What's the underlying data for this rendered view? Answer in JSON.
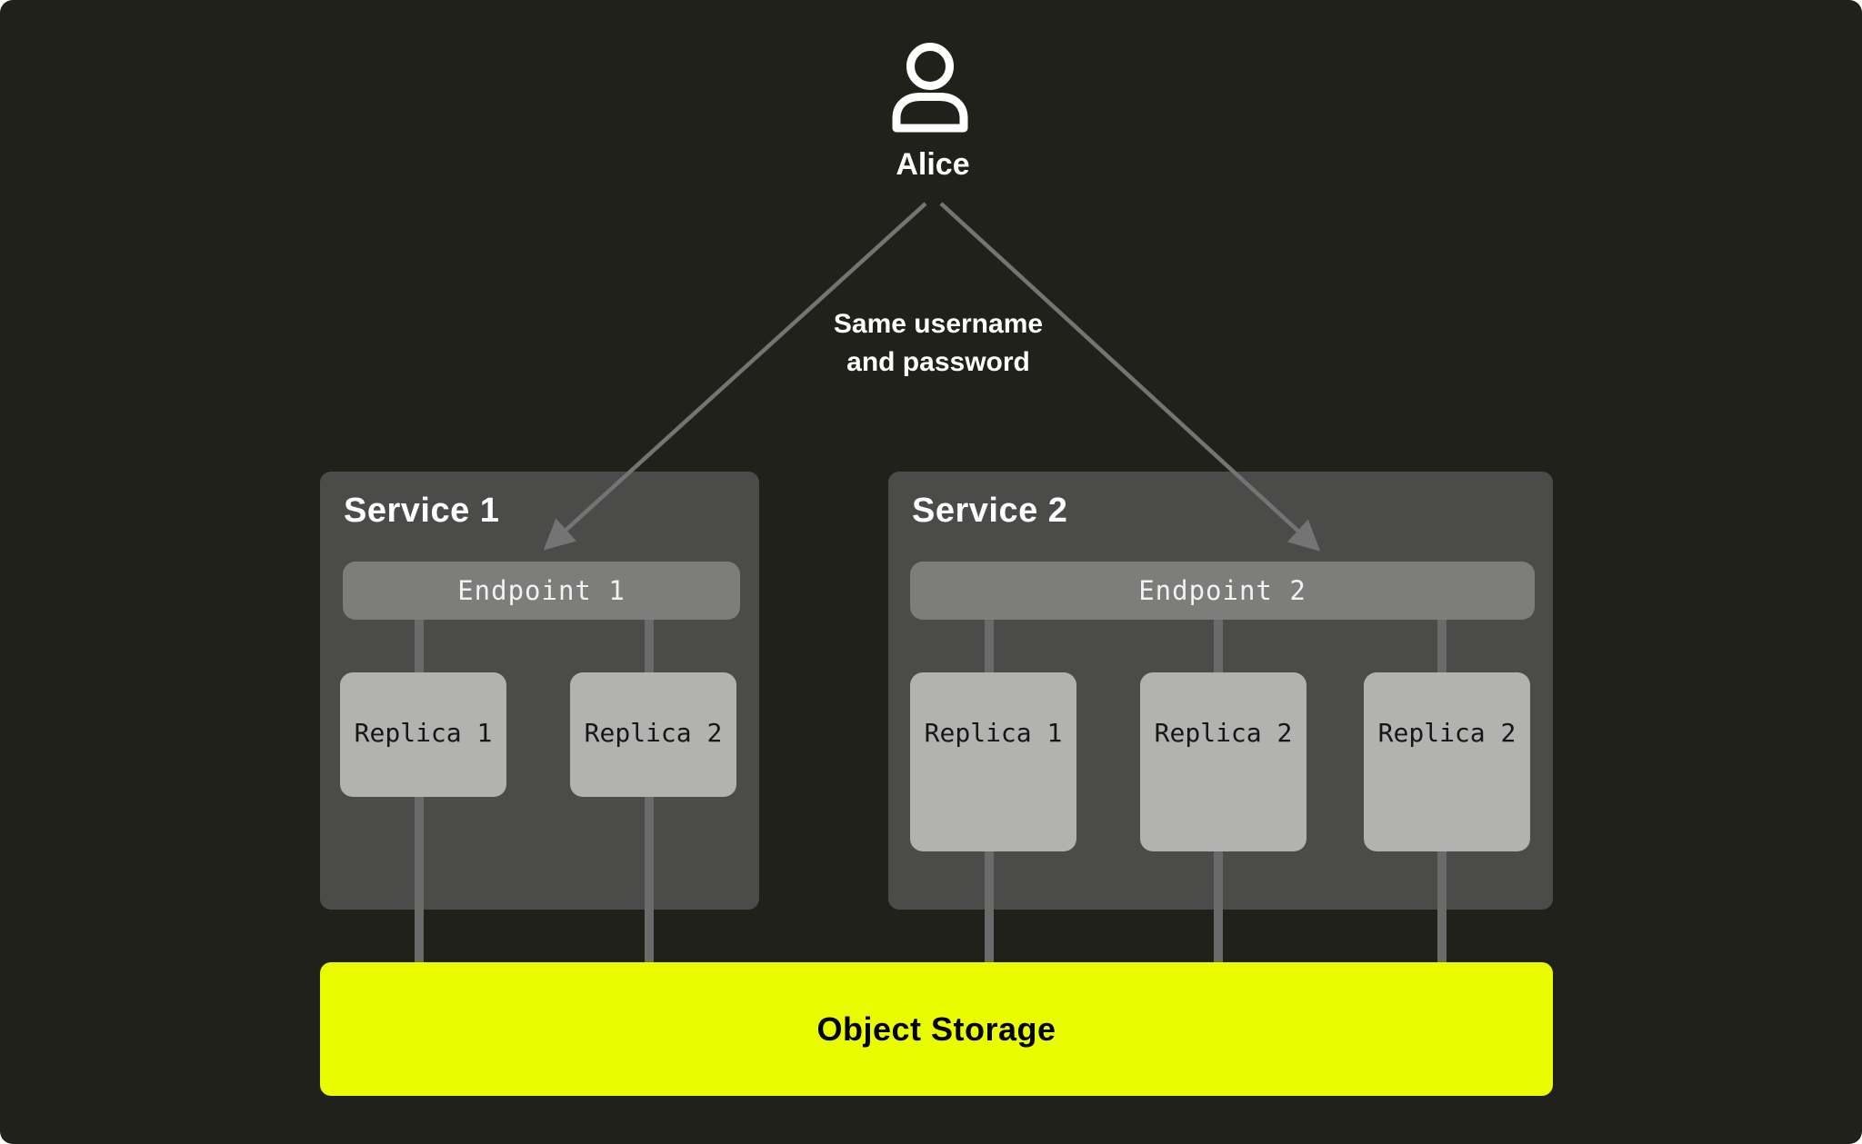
{
  "user": {
    "name": "Alice"
  },
  "annotation": {
    "line1": "Same username",
    "line2": "and password"
  },
  "services": [
    {
      "title": "Service 1",
      "endpoint": "Endpoint 1",
      "replicas": [
        "Replica 1",
        "Replica 2"
      ]
    },
    {
      "title": "Service 2",
      "endpoint": "Endpoint 2",
      "replicas": [
        "Replica 1",
        "Replica 2",
        "Replica 2"
      ]
    }
  ],
  "storage": {
    "label": "Object Storage"
  },
  "colors": {
    "canvas_bg": "#20211B",
    "service_box": "#4B4B4A",
    "endpoint_bar": "#7D7D7C",
    "replica_box": "#B2B2B0",
    "connector": "#6A6A6A",
    "arrow": "#747474",
    "accent": "#EAFC00",
    "text_light": "#FFFFFF",
    "text_dark": "#161616"
  }
}
